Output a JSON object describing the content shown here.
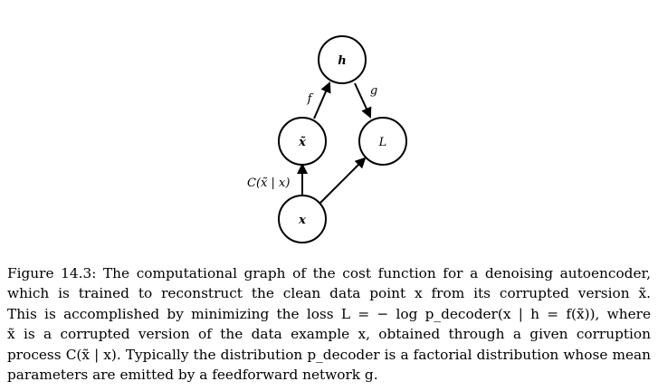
{
  "figure": {
    "nodes": {
      "h": "h",
      "x_tilde": "x̃",
      "L": "L",
      "x": "x"
    },
    "edges": {
      "f": "f",
      "g": "g",
      "corruption": "C(x̃ | x)"
    }
  },
  "caption": {
    "label": "Figure 14.3:",
    "line1": "The computational graph of the cost function for a denoising autoencoder,",
    "line2": "which is trained to reconstruct the clean data point x from its corrupted version x̃.",
    "line3": "This is accomplished by minimizing the loss L = − log p_decoder(x | h = f(x̃)), where",
    "line4": "x̃ is a corrupted version of the data example x, obtained through a given corruption",
    "line5": "process C(x̃ | x). Typically the distribution p_decoder is a factorial distribution whose mean",
    "line6": "parameters are emitted by a feedforward network g."
  }
}
